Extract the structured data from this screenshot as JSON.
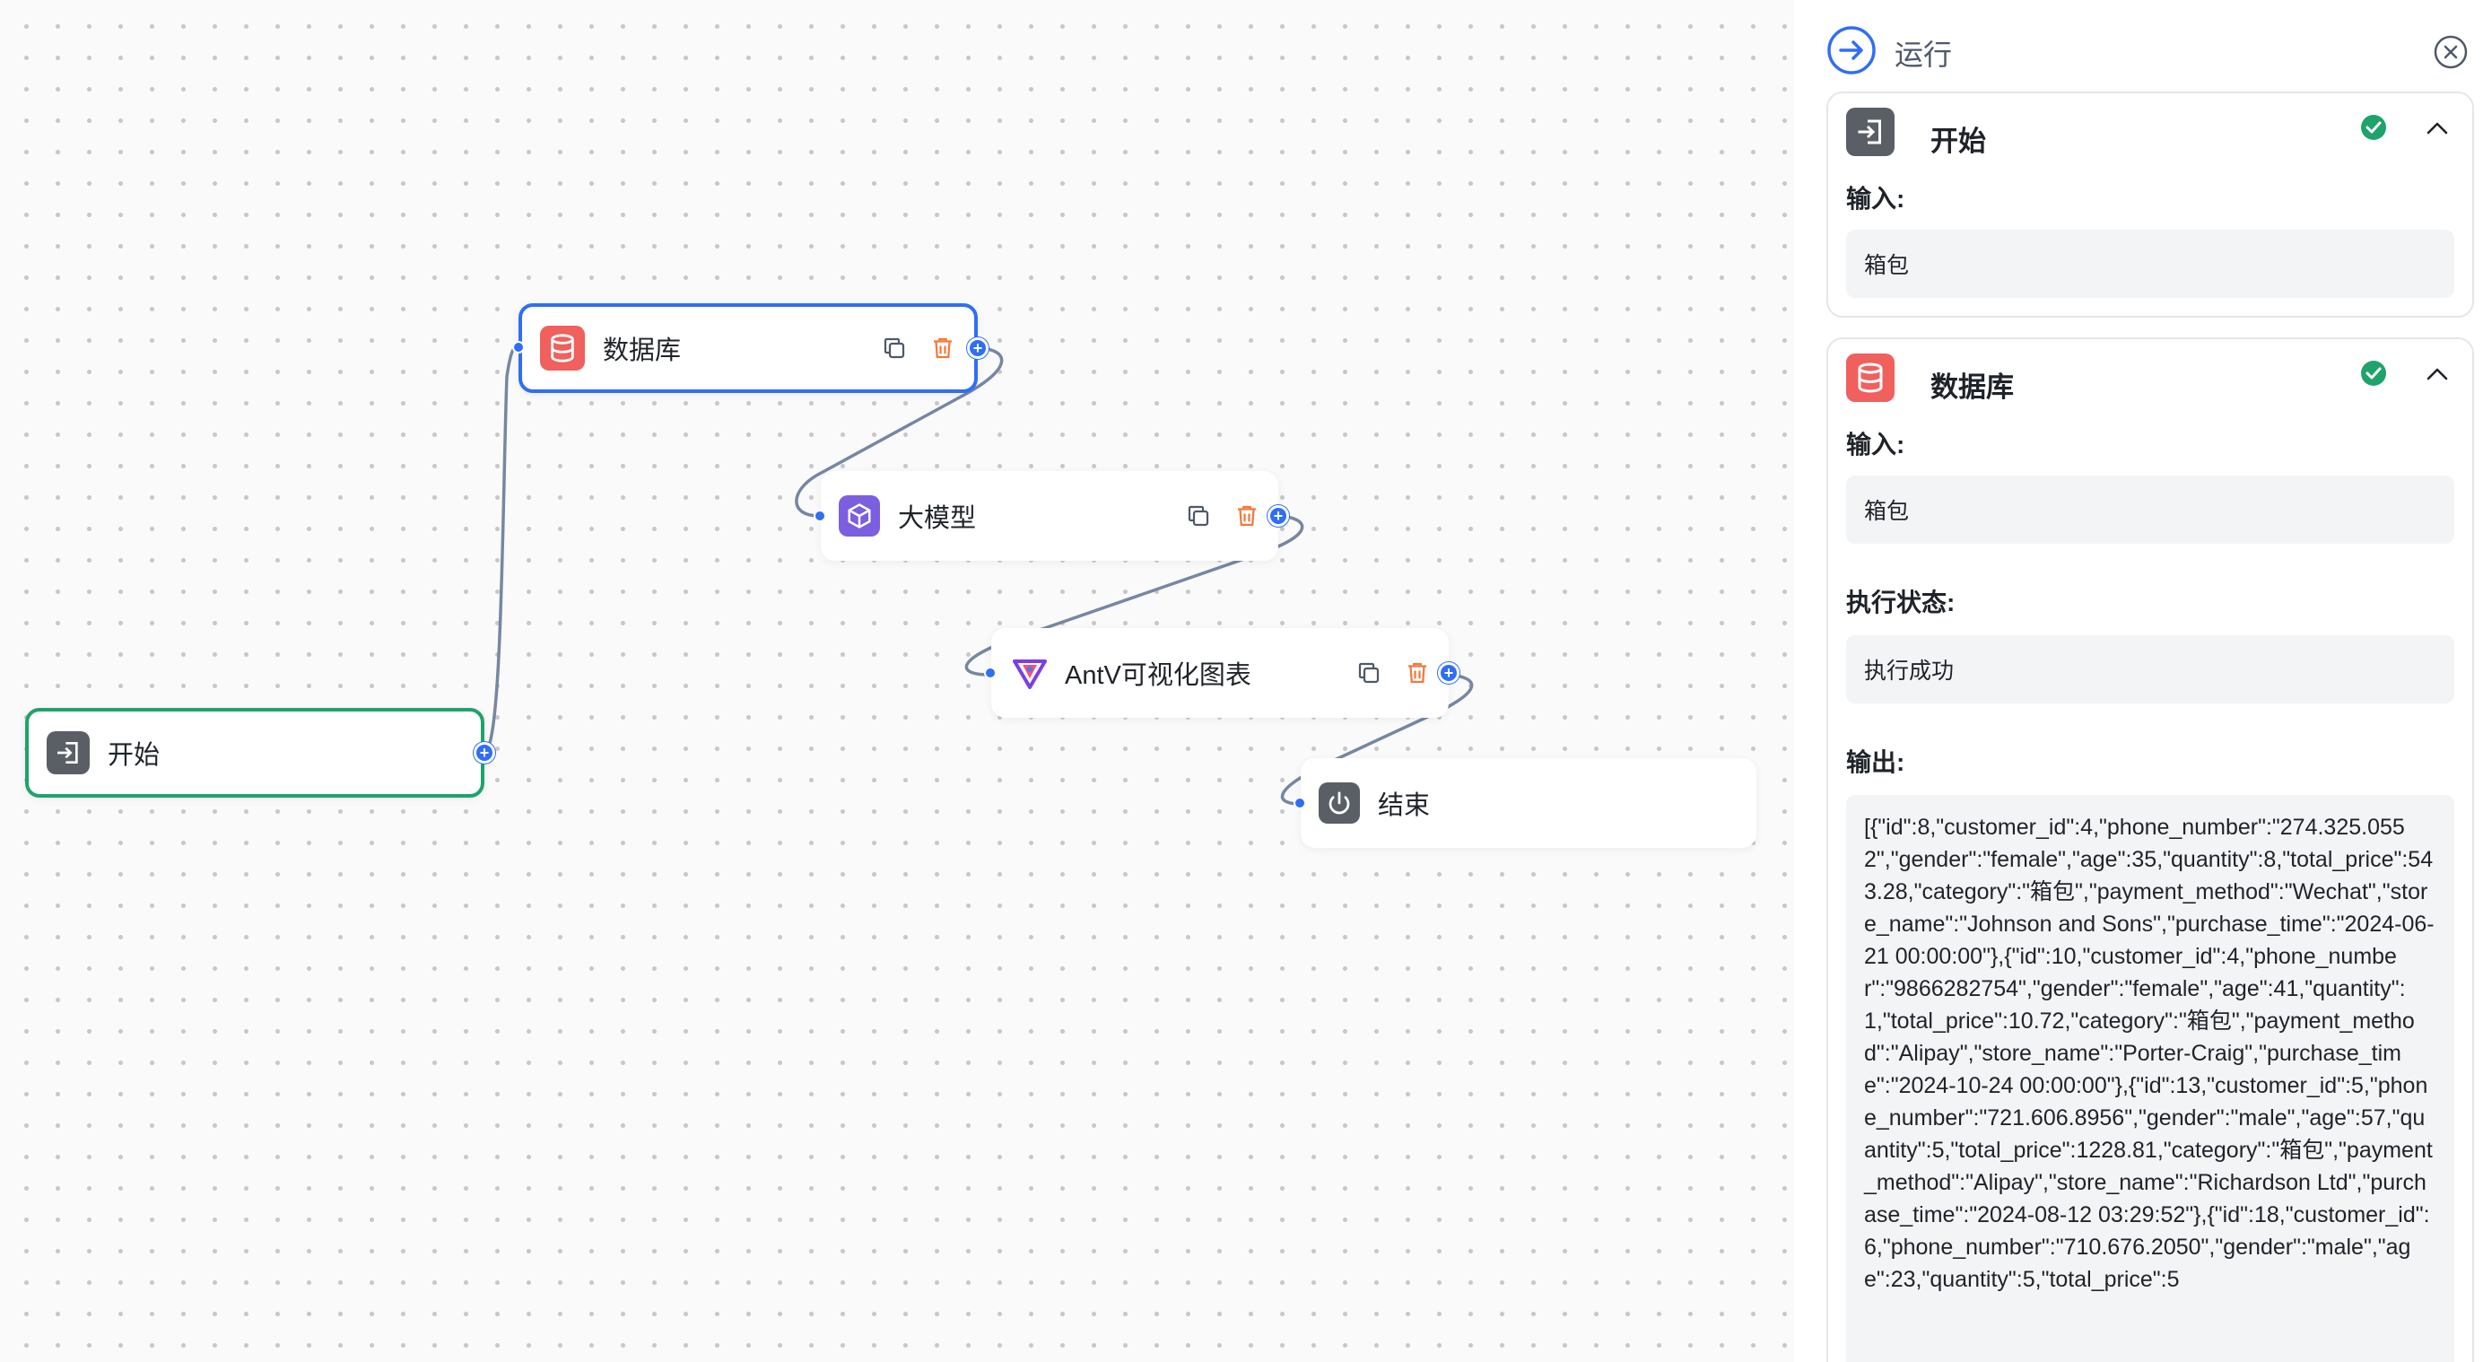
{
  "canvas": {
    "nodes": {
      "database": {
        "title": "数据库",
        "icon": "database-icon",
        "color": "#f0605d"
      },
      "llm": {
        "title": "大模型",
        "icon": "cube-icon",
        "color": "#7b5fe0"
      },
      "antv": {
        "title": "AntV可视化图表",
        "icon": "antv-logo-icon"
      },
      "start": {
        "title": "开始",
        "icon": "enter-icon",
        "color": "#5a5f66"
      },
      "end": {
        "title": "结束",
        "icon": "power-icon",
        "color": "#5a5f66"
      }
    },
    "colors": {
      "selected": "#2f6ef5",
      "success": "#1fa36b",
      "delete": "#f07a3d",
      "edge": "#7687a3"
    }
  },
  "panel": {
    "title": "运行",
    "cards": [
      {
        "title": "开始",
        "input_label": "输入:",
        "input_value": "箱包"
      },
      {
        "title": "数据库",
        "input_label": "输入:",
        "input_value": "箱包",
        "status_label": "执行状态:",
        "status_value": "执行成功",
        "output_label": "输出:",
        "output_value": "[{\"id\":8,\"customer_id\":4,\"phone_number\":\"274.325.0552\",\"gender\":\"female\",\"age\":35,\"quantity\":8,\"total_price\":543.28,\"category\":\"箱包\",\"payment_method\":\"Wechat\",\"store_name\":\"Johnson and Sons\",\"purchase_time\":\"2024-06-21 00:00:00\"},{\"id\":10,\"customer_id\":4,\"phone_number\":\"9866282754\",\"gender\":\"female\",\"age\":41,\"quantity\":1,\"total_price\":10.72,\"category\":\"箱包\",\"payment_method\":\"Alipay\",\"store_name\":\"Porter-Craig\",\"purchase_time\":\"2024-10-24 00:00:00\"},{\"id\":13,\"customer_id\":5,\"phone_number\":\"721.606.8956\",\"gender\":\"male\",\"age\":57,\"quantity\":5,\"total_price\":1228.81,\"category\":\"箱包\",\"payment_method\":\"Alipay\",\"store_name\":\"Richardson Ltd\",\"purchase_time\":\"2024-08-12 03:29:52\"},{\"id\":18,\"customer_id\":6,\"phone_number\":\"710.676.2050\",\"gender\":\"male\",\"age\":23,\"quantity\":5,\"total_price\":5"
      }
    ],
    "status_color": "#1fa36b",
    "accent": "#2f6ef5"
  }
}
